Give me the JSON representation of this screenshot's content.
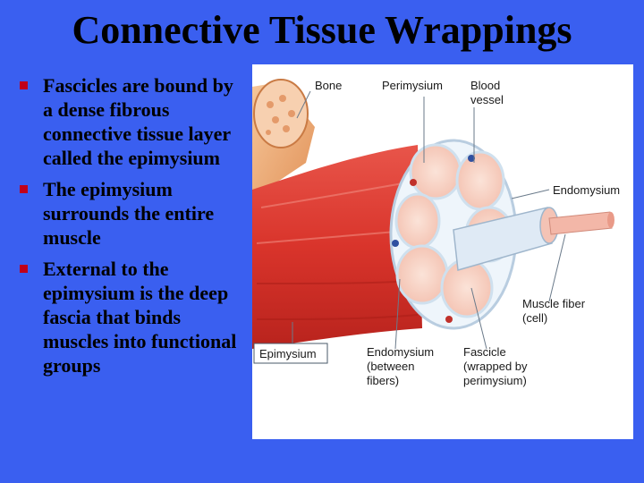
{
  "title": "Connective Tissue Wrappings",
  "bullets": [
    "Fascicles are bound by a dense fibrous connective tissue layer called the epimysium",
    "The epimysium surrounds the entire muscle",
    "External to the epimysium is the deep fascia that binds muscles into functional groups"
  ],
  "figure": {
    "labels": {
      "bone": "Bone",
      "perimysium": "Perimysium",
      "blood_vessel_1": "Blood",
      "blood_vessel_2": "vessel",
      "endomysium_right": "Endomysium",
      "muscle_fiber_1": "Muscle fiber",
      "muscle_fiber_2": "(cell)",
      "epimysium": "Epimysium",
      "endomysium_bottom_1": "Endomysium",
      "endomysium_bottom_2": "(between",
      "endomysium_bottom_3": "fibers)",
      "fascicle_1": "Fascicle",
      "fascicle_2": "(wrapped by",
      "fascicle_3": "perimysium)"
    }
  },
  "colors": {
    "background": "#3a5ff0",
    "bullet_marker": "#c0001a",
    "muscle": "#d9342b"
  }
}
